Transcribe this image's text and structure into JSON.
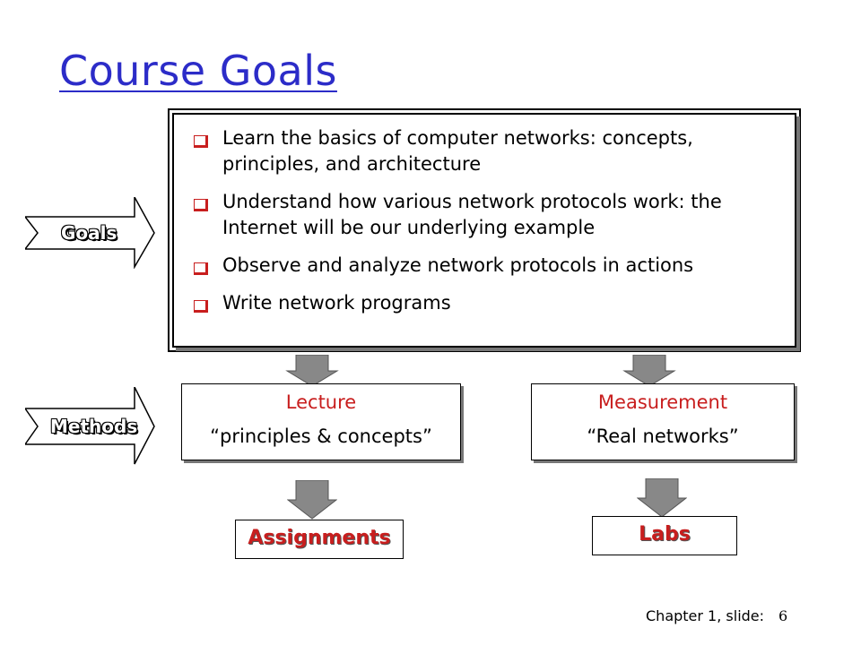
{
  "title": "Course Goals",
  "side_labels": {
    "goals": "Goals",
    "methods": "Methods"
  },
  "goals": [
    "Learn the basics of computer networks: concepts, principles, and architecture",
    "Understand how various network protocols work: the Internet will be our underlying example",
    "Observe and analyze network protocols in actions",
    "Write network programs"
  ],
  "methods": {
    "lecture": {
      "title": "Lecture",
      "subtitle": "“principles & concepts”"
    },
    "measurement": {
      "title": "Measurement",
      "subtitle": "“Real networks”"
    }
  },
  "outcomes": {
    "assignments": "Assignments",
    "labs": "Labs"
  },
  "footer": {
    "chapter": "Chapter 1, slide:",
    "slide_number": "6"
  },
  "colors": {
    "title": "#2c2cc8",
    "accent_red": "#c81e1e",
    "arrow_gray": "#888888"
  }
}
